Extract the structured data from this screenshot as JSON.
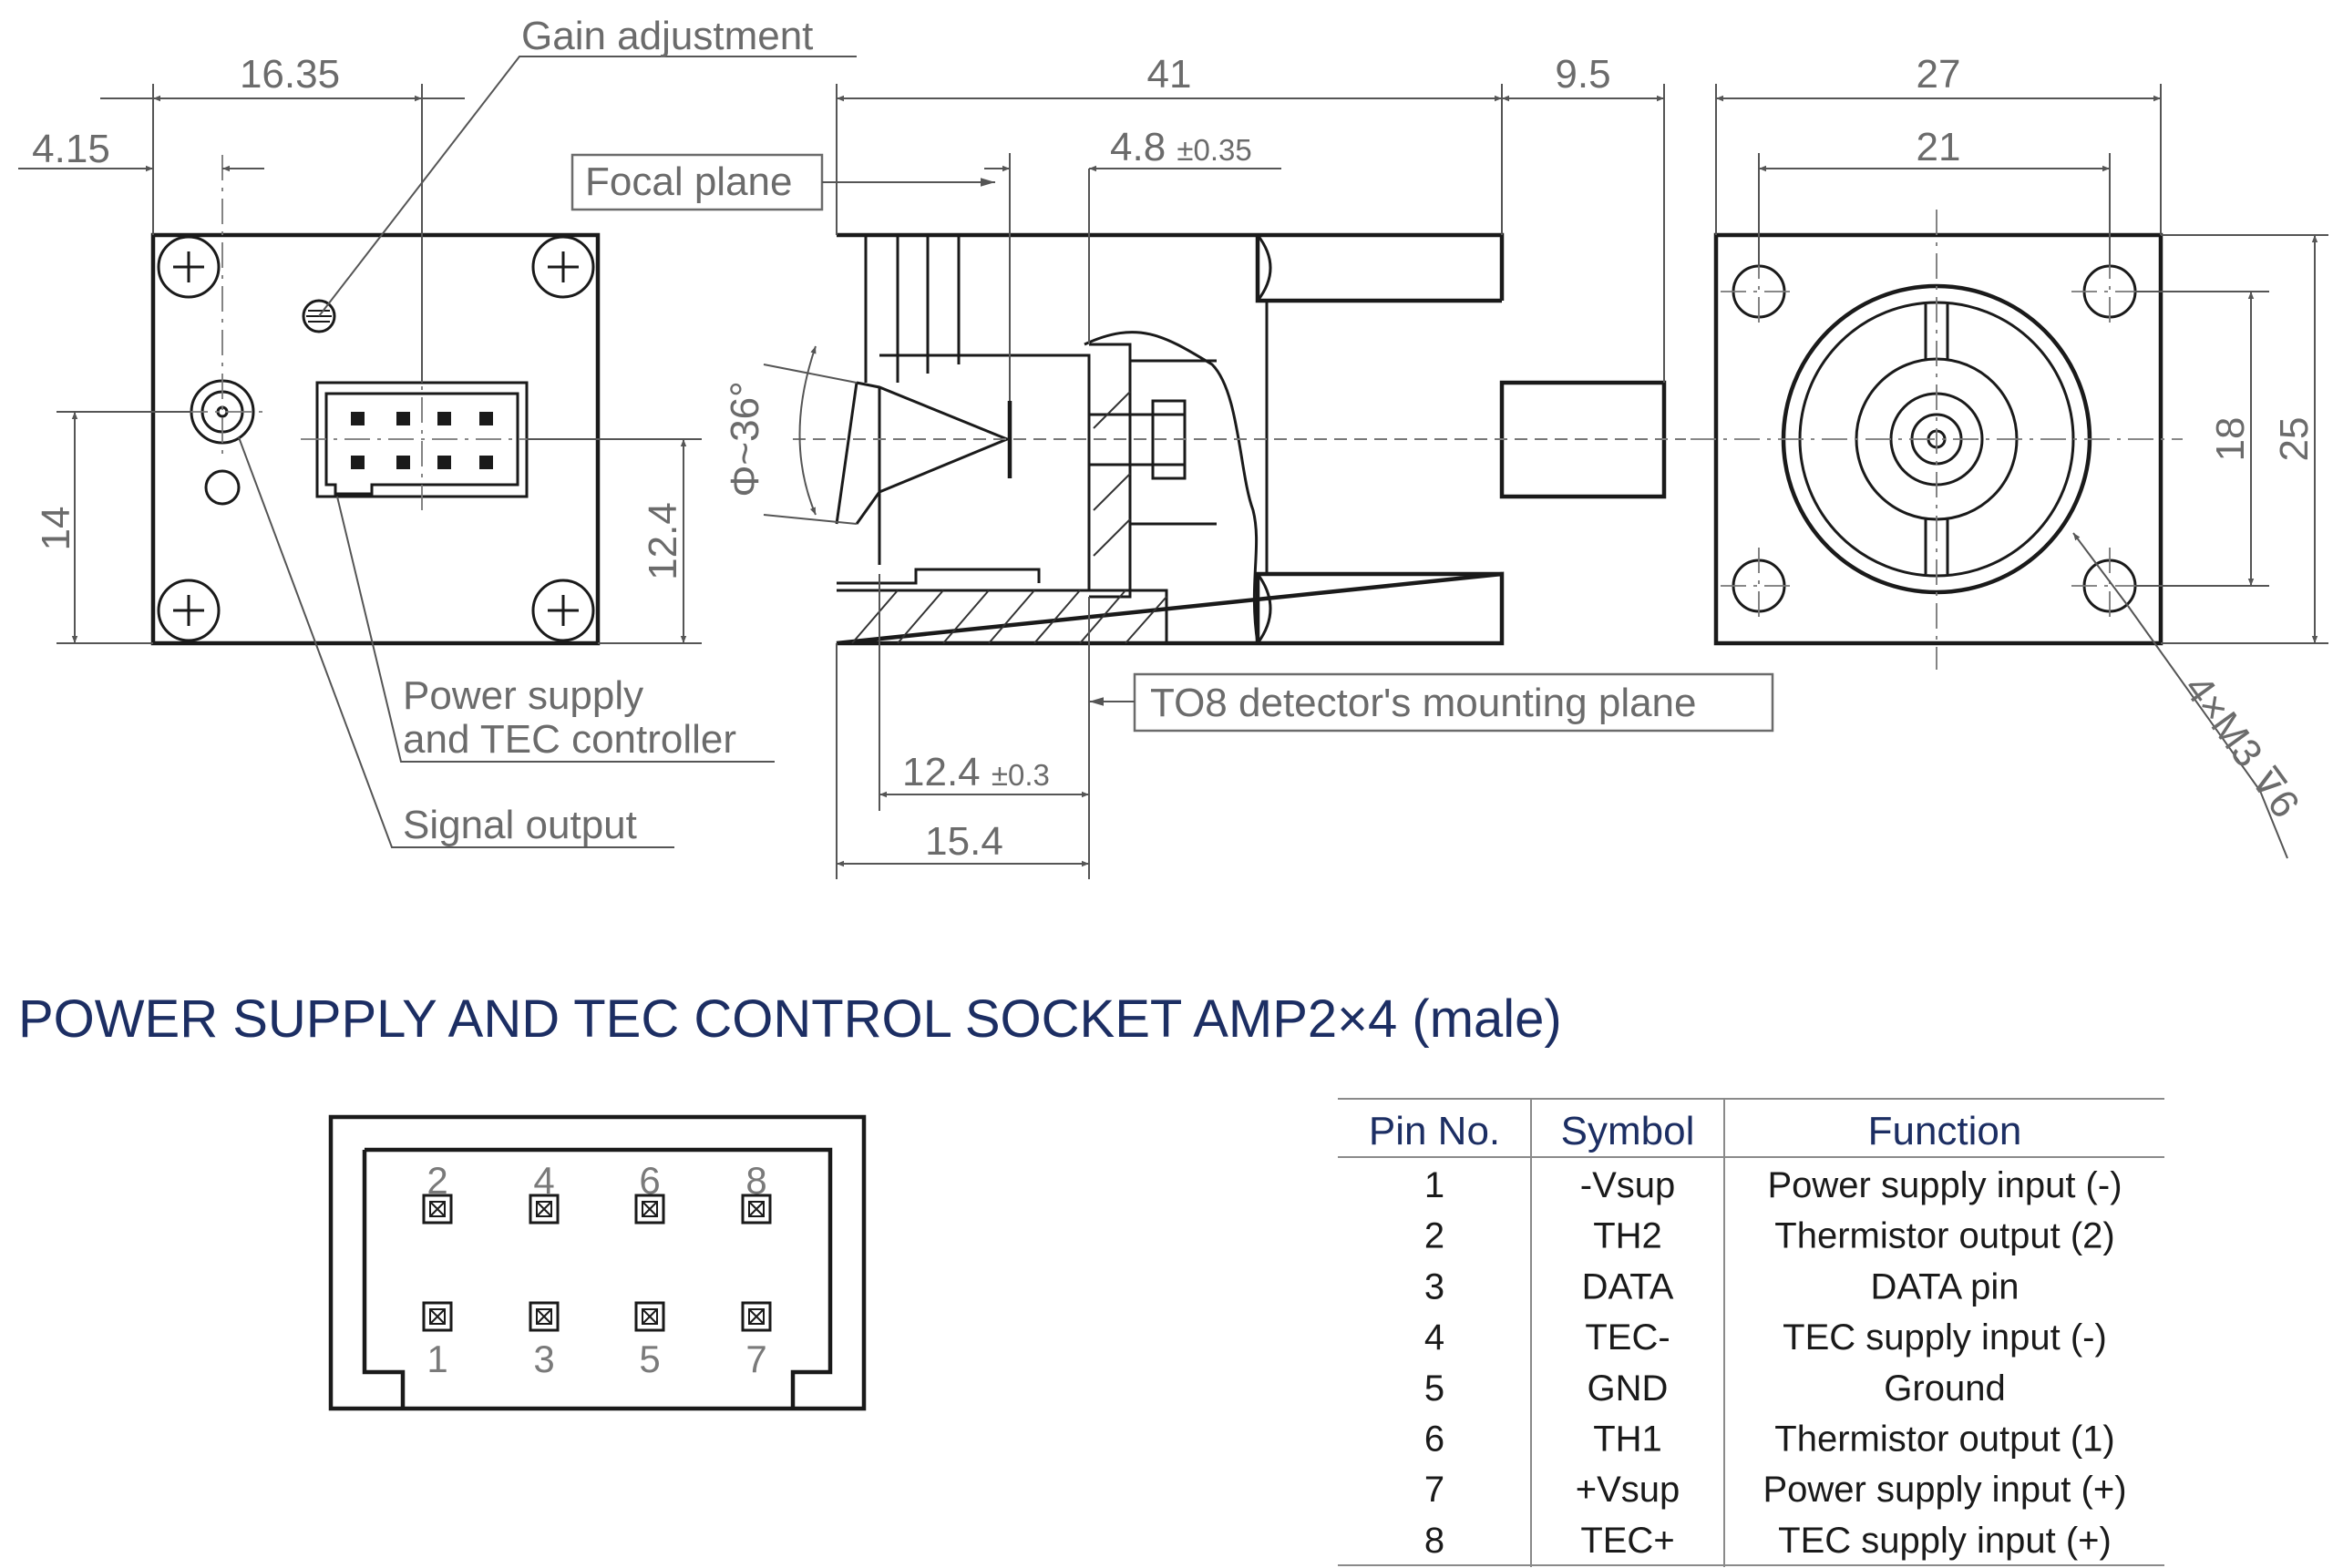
{
  "dimensions": {
    "d_16_35": "16.35",
    "d_4_15": "4.15",
    "d_14": "14",
    "d_12_4_left": "12.4",
    "d_41": "41",
    "d_9_5": "9.5",
    "d_4_8": "4.8",
    "d_4_8_tol": "±0.35",
    "d_phi36": "Φ~36°",
    "d_12_4_bottom": "12.4",
    "d_12_4_bottom_tol": "±0.3",
    "d_15_4": "15.4",
    "d_27": "27",
    "d_21": "21",
    "d_18": "18",
    "d_25": "25",
    "d_m3": "4×M3 ⊽6"
  },
  "labels": {
    "gain_adjustment": "Gain adjustment",
    "focal_plane": "Focal plane",
    "power_supply_line1": "Power supply",
    "power_supply_line2": "and TEC controller",
    "signal_output": "Signal output",
    "to8_plane": "TO8 detector's mounting plane"
  },
  "section_title": "POWER SUPPLY AND TEC CONTROL SOCKET AMP2×4 (male)",
  "socket": {
    "top_pins": [
      "2",
      "4",
      "6",
      "8"
    ],
    "bottom_pins": [
      "1",
      "3",
      "5",
      "7"
    ]
  },
  "pin_table": {
    "headers": [
      "Pin No.",
      "Symbol",
      "Function"
    ],
    "rows": [
      [
        "1",
        "-Vsup",
        "Power supply input (-)"
      ],
      [
        "2",
        "TH2",
        "Thermistor output (2)"
      ],
      [
        "3",
        "DATA",
        "DATA pin"
      ],
      [
        "4",
        "TEC-",
        "TEC supply input (-)"
      ],
      [
        "5",
        "GND",
        "Ground"
      ],
      [
        "6",
        "TH1",
        "Thermistor output (1)"
      ],
      [
        "7",
        "+Vsup",
        "Power supply input (+)"
      ],
      [
        "8",
        "TEC+",
        "TEC supply input (+)"
      ]
    ]
  },
  "colors": {
    "title": "#1c2e63",
    "dimension_text": "#6b6b6b",
    "outline": "#1a1a1a"
  }
}
